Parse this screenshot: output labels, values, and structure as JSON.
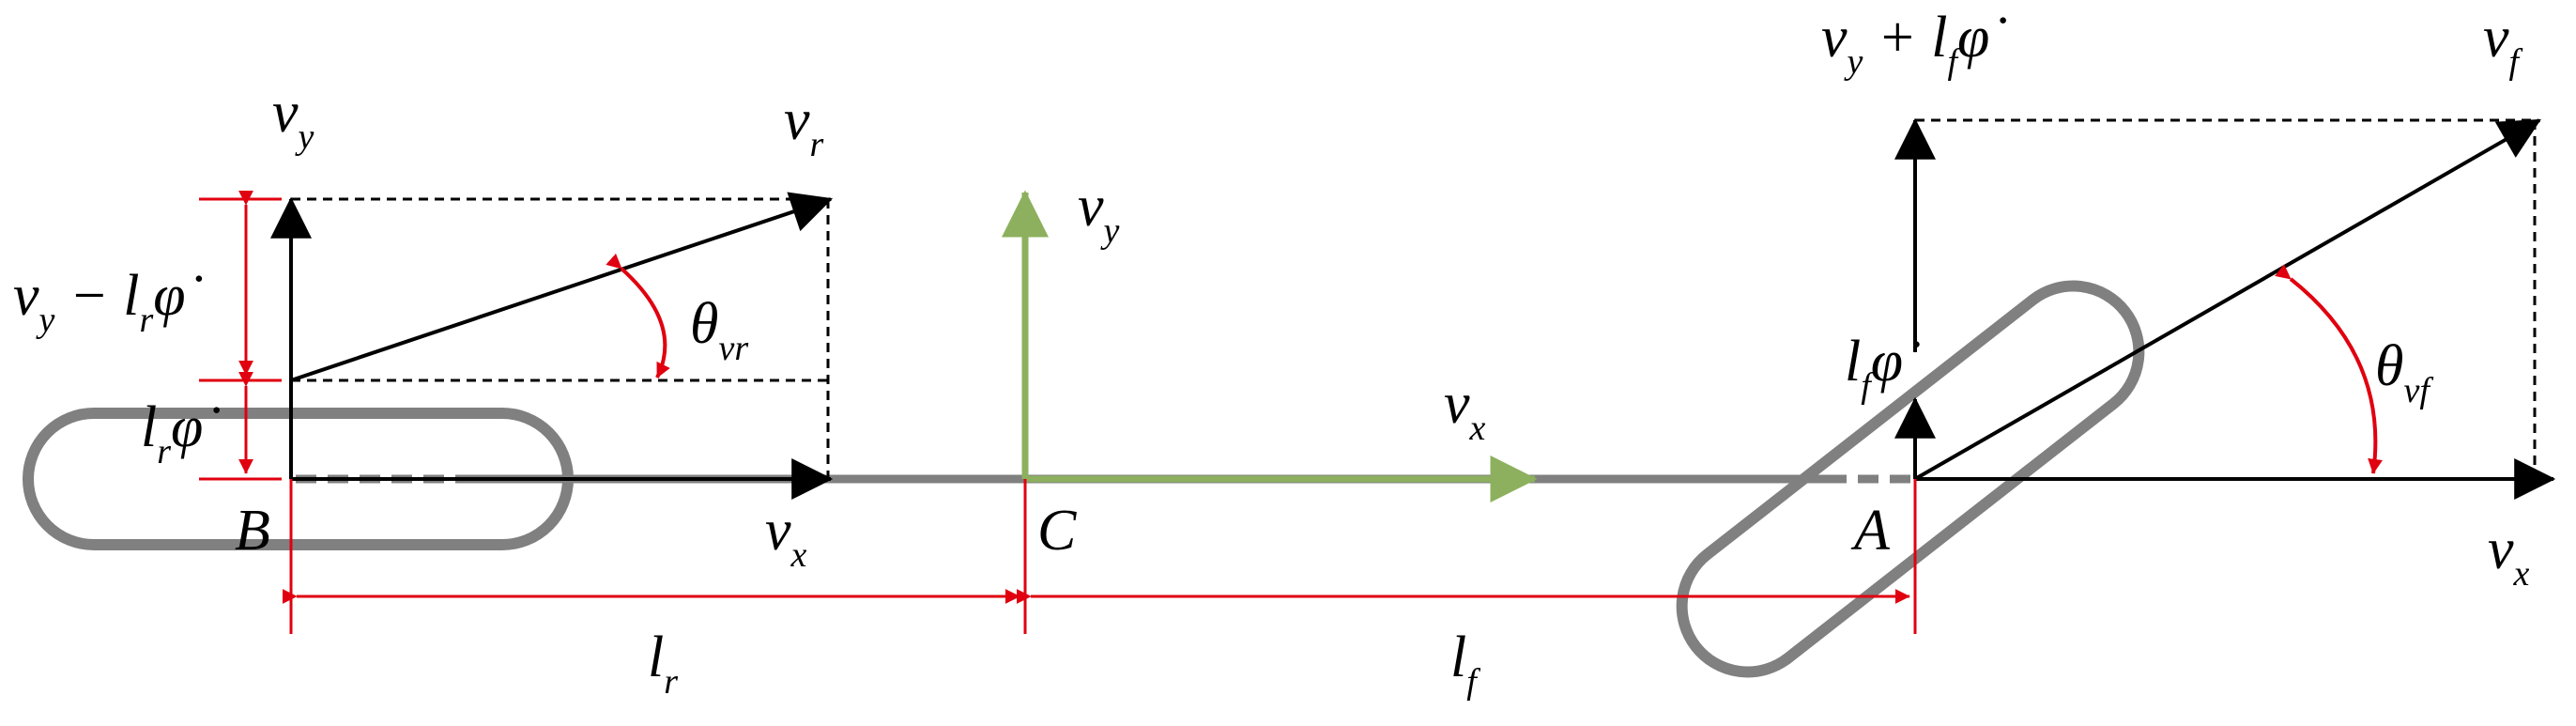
{
  "colors": {
    "body_axis": "#808080",
    "black": "#000000",
    "dimension": "#e0000f",
    "cg_vector": "#8db05e",
    "wheel": "#808080"
  },
  "rear": {
    "vy": {
      "base": "v",
      "sub": "y"
    },
    "vr": {
      "base": "v",
      "sub": "r"
    },
    "vx": {
      "base": "v",
      "sub": "x"
    },
    "vy_minus": {
      "t1": "v",
      "s1": "y",
      "op": " − ",
      "t2": "l",
      "s2": "r",
      "t3": "φ̇"
    },
    "lr_phidot": {
      "t1": "l",
      "s1": "r",
      "t2": "φ̇"
    },
    "theta": {
      "base": "θ",
      "sub": "vr"
    },
    "point": "B"
  },
  "center": {
    "vy": {
      "base": "v",
      "sub": "y"
    },
    "vx": {
      "base": "v",
      "sub": "x"
    },
    "point": "C"
  },
  "front": {
    "vy_plus": {
      "t1": "v",
      "s1": "y",
      "op": " + ",
      "t2": "l",
      "s2": "f",
      "t3": "φ̇"
    },
    "vf": {
      "base": "v",
      "sub": "f"
    },
    "lf_phidot": {
      "t1": "l",
      "s1": "f",
      "t2": "φ̇"
    },
    "theta": {
      "base": "θ",
      "sub": "vf"
    },
    "vx": {
      "base": "v",
      "sub": "x"
    },
    "point": "A"
  },
  "dimensions": {
    "lr": {
      "base": "l",
      "sub": "r"
    },
    "lf": {
      "base": "l",
      "sub": "f"
    }
  }
}
